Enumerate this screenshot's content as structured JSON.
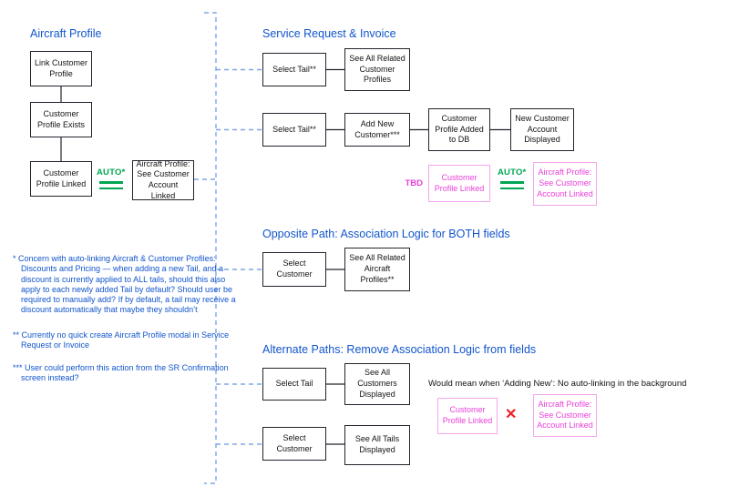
{
  "colors": {
    "heading_blue": "#1155cc",
    "box_border": "#23232e",
    "green": "#00a651",
    "magenta_text": "#e93fd8",
    "magenta_border": "#f4a6ee",
    "red": "#ec2227",
    "dashed_blue": "#7da7e8"
  },
  "aircraft_profile": {
    "title": "Aircraft Profile",
    "box_link": "Link Customer Profile",
    "box_exists": "Customer Profile Exists",
    "box_linked": "Customer Profile Linked",
    "auto_label": "AUTO*",
    "box_result": "Aircraft Profile: See Customer Account Linked"
  },
  "service_request": {
    "title": "Service Request & Invoice",
    "row1": {
      "select": "Select Tail**",
      "result": "See All Related Customer Profiles"
    },
    "row2": {
      "select": "Select Tail**",
      "add_new": "Add New Customer***",
      "added_db": "Customer Profile Added to DB",
      "displayed": "New Customer Account Displayed"
    },
    "tbd_label": "TBD",
    "box_linked": "Customer Profile Linked",
    "auto_label": "AUTO*",
    "box_result": "Aircraft Profile: See Customer Account Linked"
  },
  "opposite_path": {
    "title": "Opposite Path: Association Logic for BOTH fields",
    "select": "Select Customer",
    "result": "See All Related Aircraft Profiles**"
  },
  "alternate_paths": {
    "title": "Alternate Paths: Remove Association Logic from fields",
    "row1": {
      "select": "Select Tail",
      "result": "See All Customers Displayed"
    },
    "row2": {
      "select": "Select Customer",
      "result": "See All Tails Displayed"
    },
    "note": "Would mean when ‘Adding New’: No auto-linking in the background",
    "box_linked": "Customer Profile Linked",
    "x_mark": "✕",
    "box_result": "Aircraft Profile: See Customer Account Linked"
  },
  "footnotes": {
    "note1": "* Concern with auto-linking Aircraft & Customer Profiles: Discounts and Pricing — when adding a new Tail, and a discount is currently applied to ALL tails, should this also apply to each newly added Tail by default? Should user be required to manually add? If by default, a tail may receive a discount automatically that maybe they shouldn’t",
    "note2": "** Currently no quick create Aircraft Profile modal in Service Request or Invoice",
    "note3": "*** User could perform this action from the SR Confirmation screen instead?"
  }
}
